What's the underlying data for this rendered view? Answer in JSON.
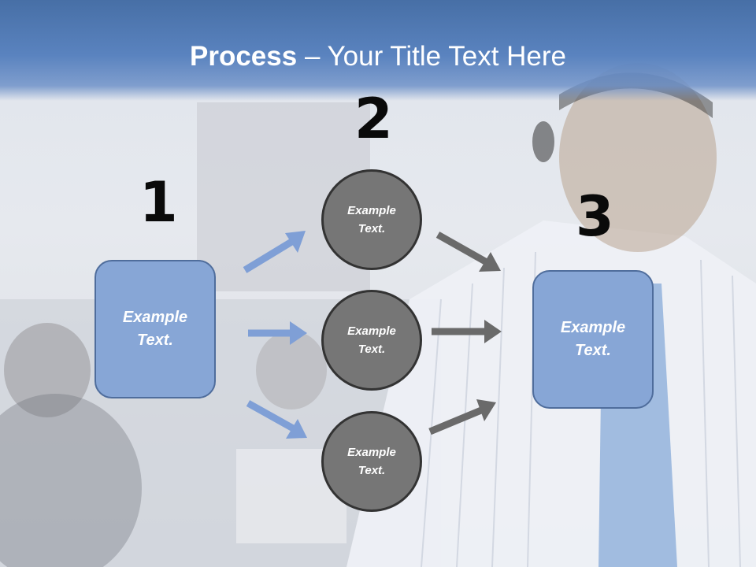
{
  "title": {
    "bold": "Process",
    "rest": " – Your Title Text Here"
  },
  "steps": [
    {
      "number": "1",
      "box_text": [
        "Example",
        "Text."
      ]
    },
    {
      "number": "2",
      "circles": [
        [
          "Example",
          "Text."
        ],
        [
          "Example",
          "Text."
        ],
        [
          "Example",
          "Text."
        ]
      ]
    },
    {
      "number": "3",
      "box_text": [
        "Example",
        "Text."
      ]
    }
  ],
  "colors": {
    "header": "#5a83bf",
    "box_fill": "#87a6d6",
    "circle_fill": "#767676",
    "blue_arrow": "#7f9fd6",
    "gray_arrow": "#6a6a6a"
  }
}
